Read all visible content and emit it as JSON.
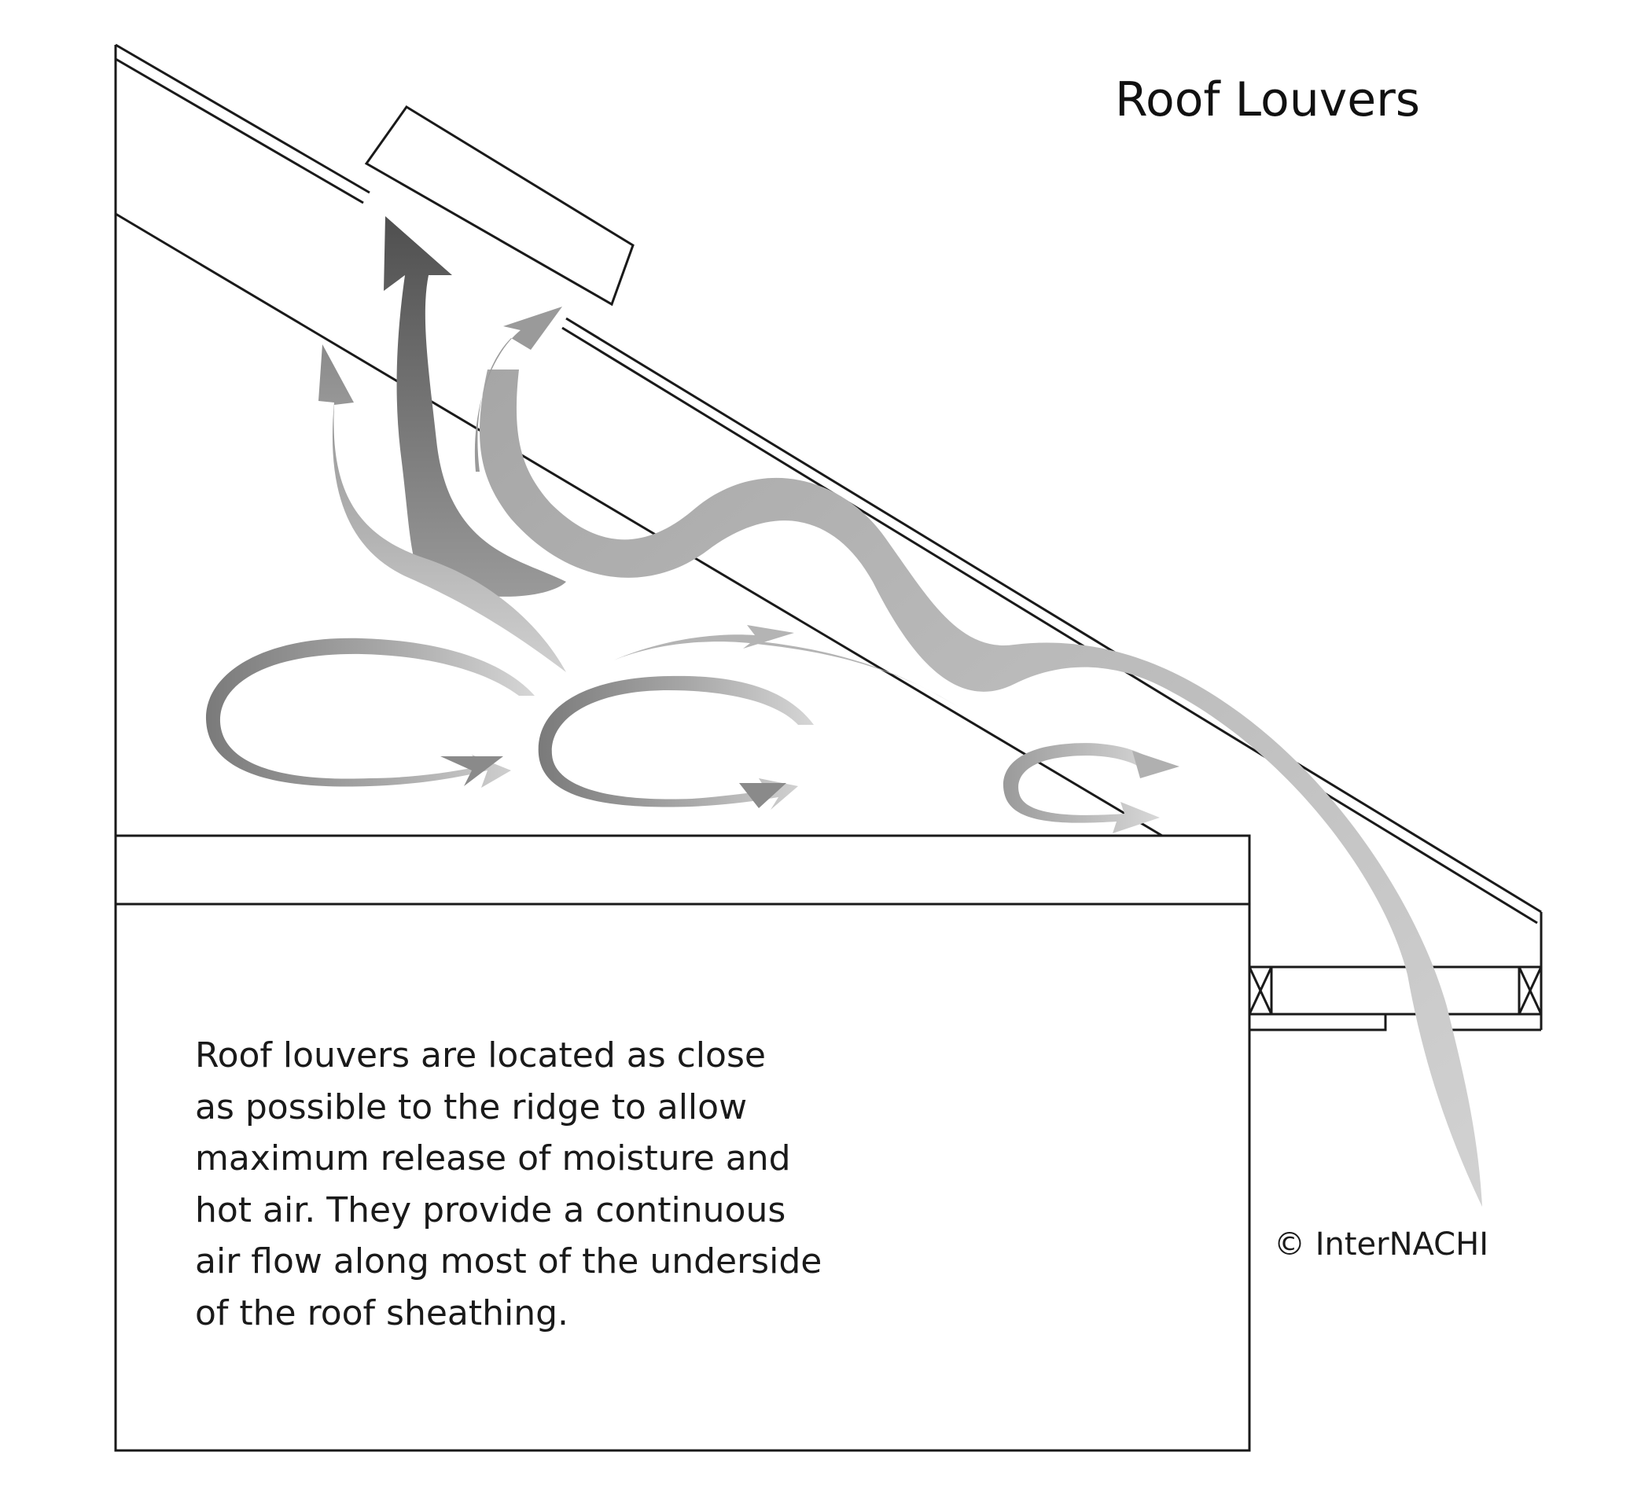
{
  "diagram": {
    "title": "Roof Louvers",
    "description_lines": [
      "Roof louvers are located as close",
      "as possible to the ridge to allow",
      "maximum release of moisture and",
      "hot air. They provide a continuous",
      "air flow along most of the underside",
      "of the roof sheathing."
    ],
    "copyright": "© InterNACHI"
  },
  "colors": {
    "line": "#1a1a1a",
    "arrow_dark": "#5a5a5a",
    "arrow_mid": "#8c8c8c",
    "arrow_light": "#c8c8c8"
  }
}
